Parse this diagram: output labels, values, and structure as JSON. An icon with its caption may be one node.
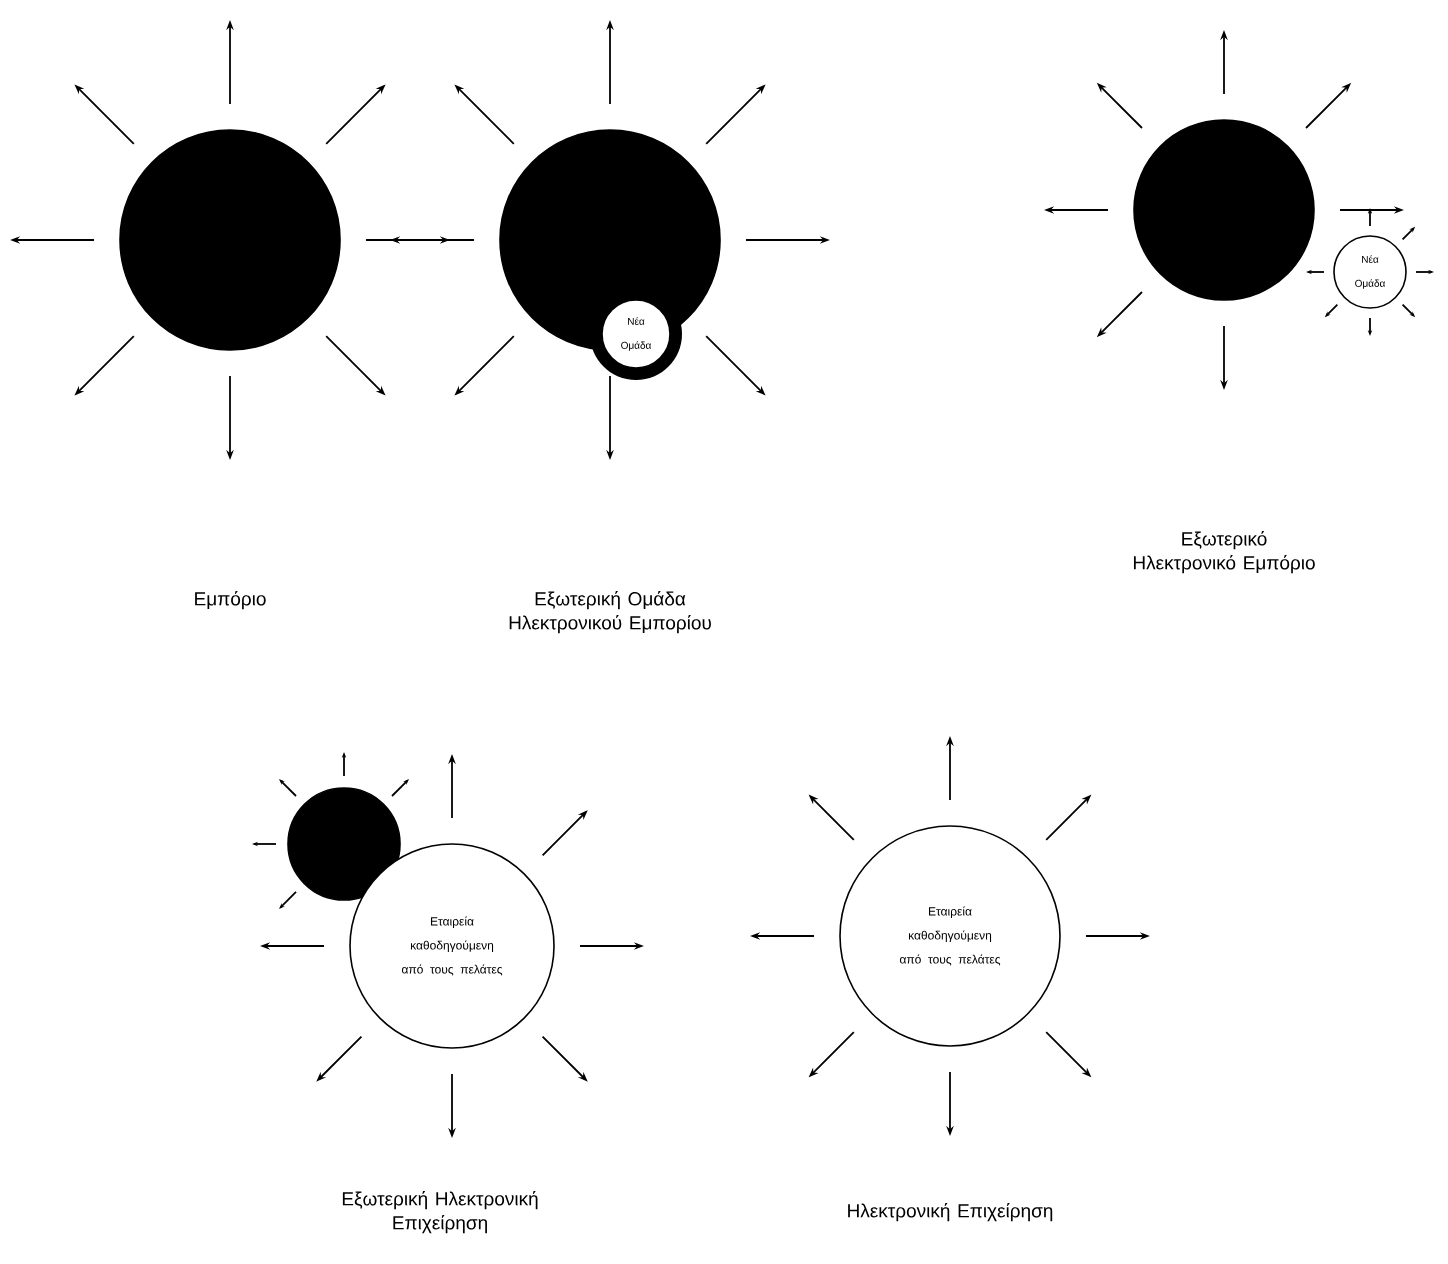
{
  "diagram": {
    "nodes": [
      {
        "text": [],
        "shape": "circle"
      },
      {
        "text": [],
        "shape": "circle"
      },
      {
        "text": [
          "Νέα Ομάδα"
        ]
      },
      {
        "text": [],
        "shape": "circle"
      },
      {
        "text": [
          "Νέα Ομάδα"
        ]
      },
      {
        "text": [],
        "shape": "circle"
      },
      {
        "text": [
          "Εταιρεία καθοδηγούμενη από τους πελάτες"
        ]
      },
      {
        "text": [
          "Εταιρεία καθοδηγούμενη από τους πελάτες"
        ]
      }
    ],
    "labels": [
      "Εμπόριο",
      "Εξωτερική Ομάδα Ηλεκτρονικού Εμπορίου",
      "Εξωτερικό Ηλεκτρονικό Εμπόριο",
      "Εξωτερική Ηλεκτρονική Επιχείρηση",
      "Ηλεκτρονική Επιχείρηση"
    ]
  }
}
